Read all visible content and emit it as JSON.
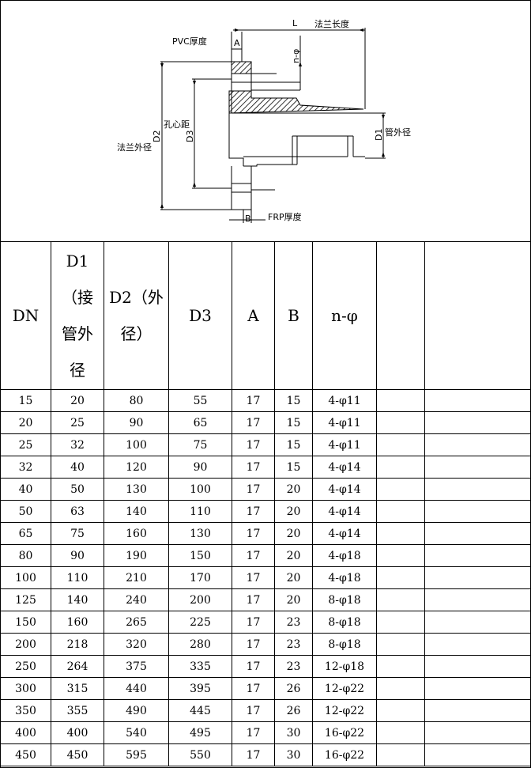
{
  "drawing": {
    "labels": {
      "pvc": "PVC厚度",
      "a": "A",
      "length": "法兰长度",
      "l": "L",
      "n_phi": "n-φ",
      "bolt_circle": "孔心距",
      "d3": "D3",
      "d2": "D2",
      "flange_od": "法兰外径",
      "d1": "D1",
      "pipe_od": "管外径",
      "b": "B",
      "frp": "FRP厚度"
    }
  },
  "table": {
    "headers": [
      "DN",
      "D1（接管外径",
      "D2（外径）",
      "D3",
      "A",
      "B",
      "n-φ",
      "",
      ""
    ],
    "rows": [
      [
        "15",
        "20",
        "80",
        "55",
        "17",
        "15",
        "4-φ11",
        "",
        ""
      ],
      [
        "20",
        "25",
        "90",
        "65",
        "17",
        "15",
        "4-φ11",
        "",
        ""
      ],
      [
        "25",
        "32",
        "100",
        "75",
        "17",
        "15",
        "4-φ11",
        "",
        ""
      ],
      [
        "32",
        "40",
        "120",
        "90",
        "17",
        "15",
        "4-φ14",
        "",
        ""
      ],
      [
        "40",
        "50",
        "130",
        "100",
        "17",
        "20",
        "4-φ14",
        "",
        ""
      ],
      [
        "50",
        "63",
        "140",
        "110",
        "17",
        "20",
        "4-φ14",
        "",
        ""
      ],
      [
        "65",
        "75",
        "160",
        "130",
        "17",
        "20",
        "4-φ14",
        "",
        ""
      ],
      [
        "80",
        "90",
        "190",
        "150",
        "17",
        "20",
        "4-φ18",
        "",
        ""
      ],
      [
        "100",
        "110",
        "210",
        "170",
        "17",
        "20",
        "4-φ18",
        "",
        ""
      ],
      [
        "125",
        "140",
        "240",
        "200",
        "17",
        "20",
        "8-φ18",
        "",
        ""
      ],
      [
        "150",
        "160",
        "265",
        "225",
        "17",
        "23",
        "8-φ18",
        "",
        ""
      ],
      [
        "200",
        "218",
        "320",
        "280",
        "17",
        "23",
        "8-φ18",
        "",
        ""
      ],
      [
        "250",
        "264",
        "375",
        "335",
        "17",
        "23",
        "12-φ18",
        "",
        ""
      ],
      [
        "300",
        "315",
        "440",
        "395",
        "17",
        "26",
        "12-φ22",
        "",
        ""
      ],
      [
        "350",
        "355",
        "490",
        "445",
        "17",
        "26",
        "12-φ22",
        "",
        ""
      ],
      [
        "400",
        "400",
        "540",
        "495",
        "17",
        "30",
        "16-φ22",
        "",
        ""
      ],
      [
        "450",
        "450",
        "595",
        "550",
        "17",
        "30",
        "16-φ22",
        "",
        ""
      ]
    ]
  }
}
